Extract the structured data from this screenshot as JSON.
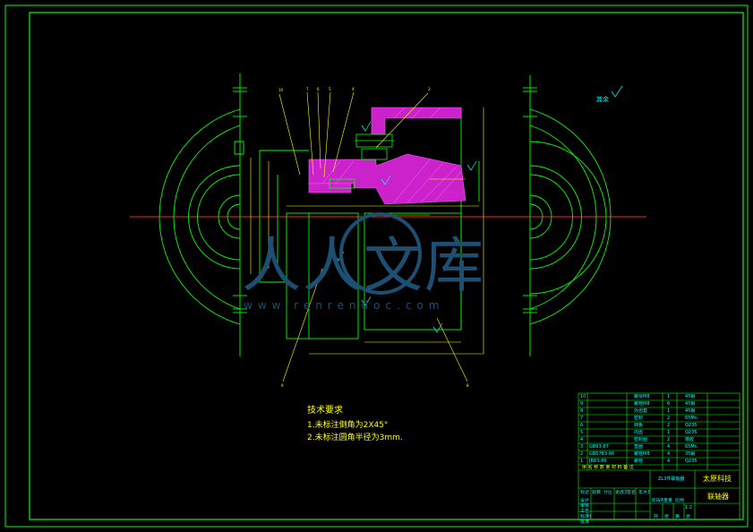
{
  "tech_notes": {
    "title": "技术要求",
    "lines": [
      "1.未标注倒角为2X45°",
      "2.未标注圆角半径为3mm."
    ]
  },
  "roughness_note": {
    "label": "其余"
  },
  "watermark": {
    "text": "人人文库",
    "url": "www.renrendoc.com"
  },
  "title_block": {
    "school": "太原科技",
    "part_name": "联轴器",
    "material_code": "ZL3件联轴器",
    "scale": "1:2",
    "header": [
      "序",
      "名",
      "称",
      "数",
      "量",
      "材",
      "料",
      "备",
      "注"
    ],
    "rows": [
      {
        "no": "10",
        "code": "",
        "name": "螺母M8",
        "qty": "1",
        "mat": "45钢"
      },
      {
        "no": "9",
        "code": "",
        "name": "螺栓M8",
        "qty": "6",
        "mat": "45钢"
      },
      {
        "no": "8",
        "code": "",
        "name": "外齿套",
        "qty": "1",
        "mat": "45钢"
      },
      {
        "no": "7",
        "code": "",
        "name": "密封",
        "qty": "2",
        "mat": "65Mn"
      },
      {
        "no": "6",
        "code": "",
        "name": "挡板",
        "qty": "2",
        "mat": "Q235"
      },
      {
        "no": "5",
        "code": "",
        "name": "内齿",
        "qty": "1",
        "mat": "Q235"
      },
      {
        "no": "4",
        "code": "",
        "name": "密封圈",
        "qty": "2",
        "mat": "橡胶"
      },
      {
        "no": "3",
        "code": "GB93-87",
        "name": "垫圈",
        "qty": "4",
        "mat": "65Mn"
      },
      {
        "no": "2",
        "code": "GB5783-86",
        "name": "螺栓M8",
        "qty": "4",
        "mat": "35钢"
      },
      {
        "no": "1",
        "code": "JB83-86",
        "name": "螺栓",
        "qty": "4",
        "mat": "Q235"
      }
    ],
    "signature_labels": [
      "标记",
      "处数",
      "分区",
      "更改文件号",
      "签名",
      "年月日"
    ],
    "role_labels": [
      "设计",
      "审核",
      "工艺",
      "标准化",
      "批准"
    ],
    "stage_labels": [
      "阶段标记",
      "重量",
      "比例"
    ],
    "sheet_labels": [
      "共",
      "张",
      "第",
      "张"
    ]
  }
}
